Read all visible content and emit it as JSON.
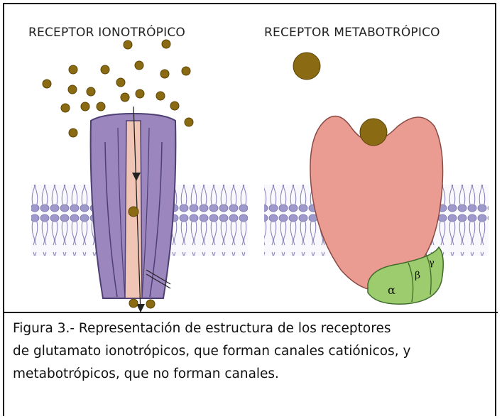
{
  "panels": {
    "left_title": "RECEPTOR IONOTRÓPICO",
    "right_title": "RECEPTOR METABOTRÓPICO"
  },
  "subunit_labels": {
    "alpha": "α",
    "beta": "β",
    "gamma": "γ"
  },
  "caption": {
    "line1": "Figura 3.- Representación de estructura de los receptores",
    "line2": "de glutamato ionotrópicos, que forman canales catiónicos, y",
    "line3": "metabotrópicos, que no forman canales."
  },
  "colors": {
    "membrane": "#b9b4dc",
    "ionotropic_channel": "#9b86bd",
    "metabotropic_receptor": "#eb9c92",
    "glutamate": "#8a6a12",
    "g_protein": "#9ccc6d"
  }
}
